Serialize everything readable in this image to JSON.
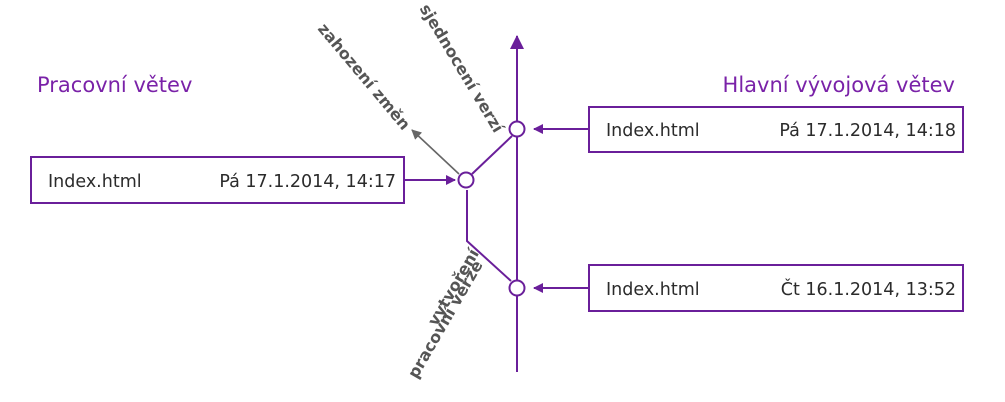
{
  "headings": {
    "work_branch": "Pracovní větev",
    "main_branch": "Hlavní vývojová větev"
  },
  "boxes": {
    "work": {
      "file": "Index.html",
      "date": "Pá 17.1.2014, 14:17"
    },
    "main_top": {
      "file": "Index.html",
      "date": "Pá 17.1.2014, 14:18"
    },
    "main_bottom": {
      "file": "Index.html",
      "date": "Čt 16.1.2014, 13:52"
    }
  },
  "labels": {
    "merge": "sjednocení verzí",
    "discard": "zahození změn",
    "create_line1": "vytvoření",
    "create_line2": "pracovní verze"
  },
  "colors": {
    "accent": "#6a1f9a",
    "gray": "#666666"
  }
}
